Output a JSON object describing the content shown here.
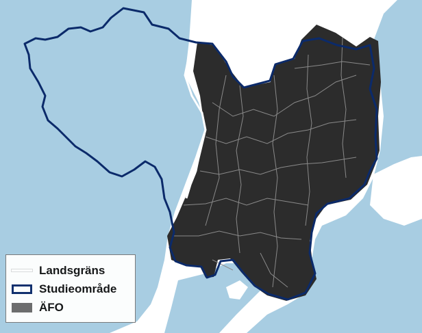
{
  "colors": {
    "water": "#a8cde2",
    "land": "#ffffff",
    "afo_fill": "#2c2c2c",
    "municipality_border": "#8a8a8a",
    "study_area_border": "#0b2a6a",
    "national_border": "#ffffff"
  },
  "legend": {
    "items": [
      {
        "label": "Landsgräns",
        "symbol": "white-line"
      },
      {
        "label": "Studieområde",
        "symbol": "navy-outline-box"
      },
      {
        "label": "ÄFO",
        "symbol": "gray-fill-box"
      }
    ]
  }
}
